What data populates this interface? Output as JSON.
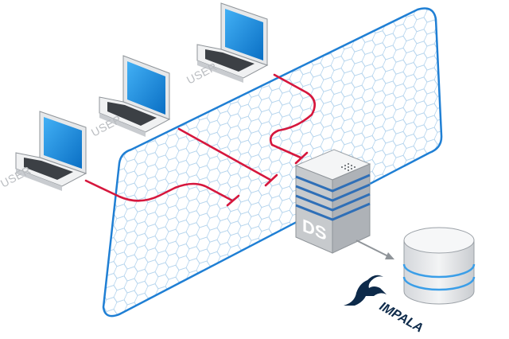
{
  "users": [
    {
      "label": "USER"
    },
    {
      "label": "USER"
    },
    {
      "label": "USER"
    }
  ],
  "server": {
    "label": "DS"
  },
  "database": {
    "brand": "IMPALA"
  },
  "colors": {
    "firewall_border": "#1f7fd4",
    "connection_line": "#d6173d",
    "screen": "#1d8fe0",
    "server_stripe": "#2f6fb7",
    "db_stripe": "#3a9ee8",
    "brand": "#0d2a4a"
  }
}
